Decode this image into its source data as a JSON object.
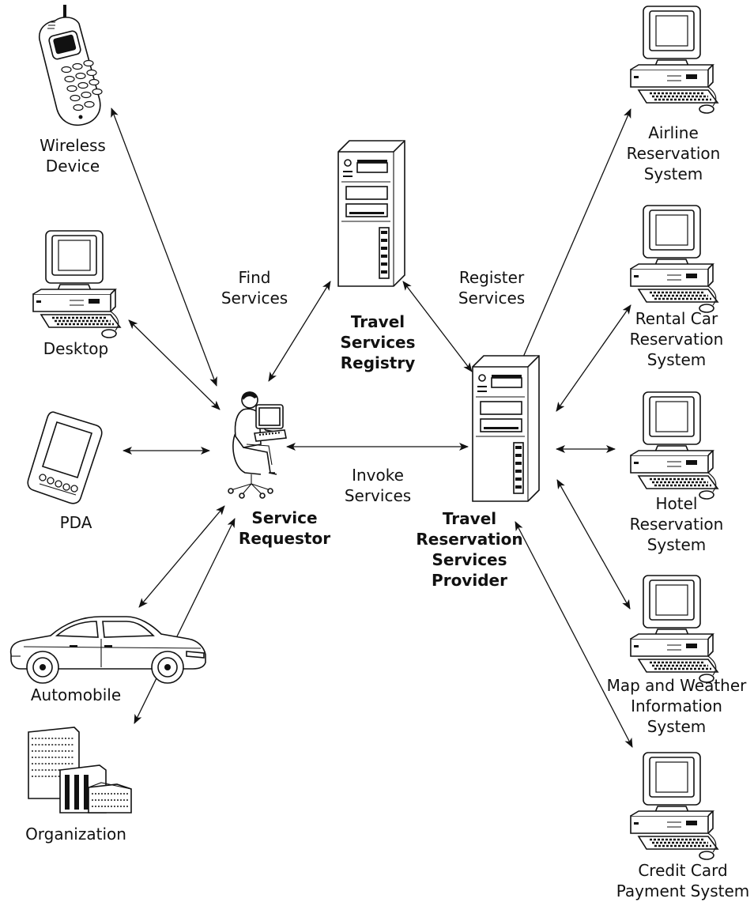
{
  "clients": {
    "wireless": [
      "Wireless",
      "Device"
    ],
    "desktop": [
      "Desktop"
    ],
    "pda": [
      "PDA"
    ],
    "automobile": [
      "Automobile"
    ],
    "organization": [
      "Organization"
    ]
  },
  "requestor": [
    "Service",
    "Requestor"
  ],
  "registry": [
    "Travel",
    "Services",
    "Registry"
  ],
  "provider": [
    "Travel",
    "Reservation",
    "Services",
    "Provider"
  ],
  "operations": {
    "find": [
      "Find",
      "Services"
    ],
    "register": [
      "Register",
      "Services"
    ],
    "invoke": [
      "Invoke",
      "Services"
    ]
  },
  "systems": {
    "airline": [
      "Airline",
      "Reservation",
      "System"
    ],
    "rental": [
      "Rental Car",
      "Reservation",
      "System"
    ],
    "hotel": [
      "Hotel",
      "Reservation",
      "System"
    ],
    "map": [
      "Map and Weather",
      "Information",
      "System"
    ],
    "credit": [
      "Credit Card",
      "Payment System"
    ]
  }
}
